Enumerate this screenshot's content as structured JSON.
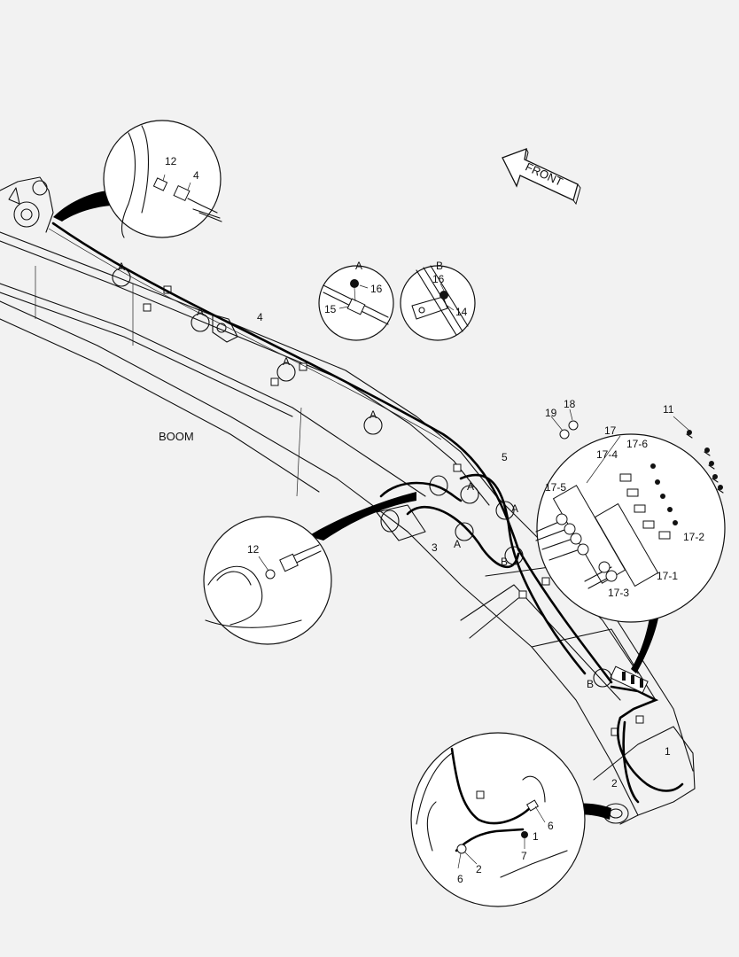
{
  "labels": {
    "boom": "BOOM",
    "front": "FRONT",
    "a": "A",
    "b": "B",
    "n1": "1",
    "n2": "2",
    "n3": "3",
    "n4": "4",
    "n5": "5",
    "n6": "6",
    "n7": "7",
    "n11": "11",
    "n12": "12",
    "n14": "14",
    "n15": "15",
    "n16": "16",
    "n17": "17",
    "n17_1": "17-1",
    "n17_2": "17-2",
    "n17_3": "17-3",
    "n17_4": "17-4",
    "n17_5": "17-5",
    "n17_6": "17-6",
    "n18": "18",
    "n19": "19"
  }
}
